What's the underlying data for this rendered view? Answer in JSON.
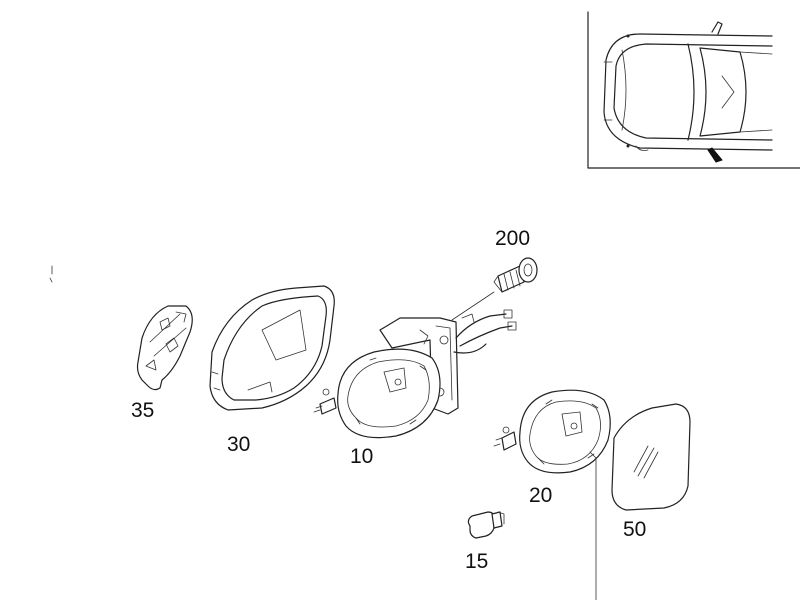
{
  "callouts": {
    "part_200": "200",
    "part_35": "35",
    "part_30": "30",
    "part_10": "10",
    "part_20": "20",
    "part_50": "50",
    "part_15": "15"
  },
  "icons": {
    "location_inset": "car-top-view-icon",
    "housing_cover": "mirror-housing-cover-icon",
    "mirror_glass": "mirror-glass-icon",
    "adjuster": "mirror-adjuster-icon",
    "bulb": "bulb-icon",
    "screw": "screw-icon",
    "turn_signal": "turn-signal-lamp-icon"
  }
}
